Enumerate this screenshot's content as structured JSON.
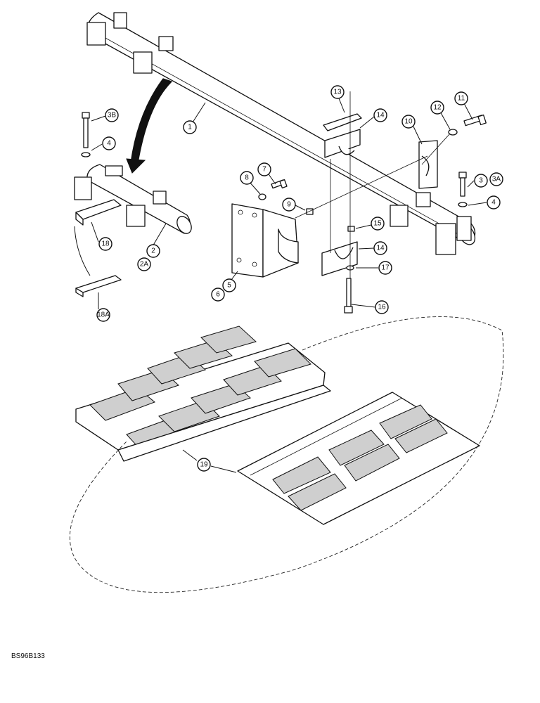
{
  "figure_code": "BS96B133",
  "callouts": {
    "c1": "1",
    "c2": "2",
    "c2a": "2A",
    "c3": "3",
    "c3a": "3A",
    "c3b": "3B",
    "c4a": "4",
    "c4b": "4",
    "c5": "5",
    "c6": "6",
    "c7": "7",
    "c8": "8",
    "c9": "9",
    "c10": "10",
    "c11": "11",
    "c12": "12",
    "c13": "13",
    "c14a": "14",
    "c14b": "14",
    "c15": "15",
    "c16": "16",
    "c17": "17",
    "c18": "18",
    "c18a": "18A",
    "c19": "19"
  }
}
